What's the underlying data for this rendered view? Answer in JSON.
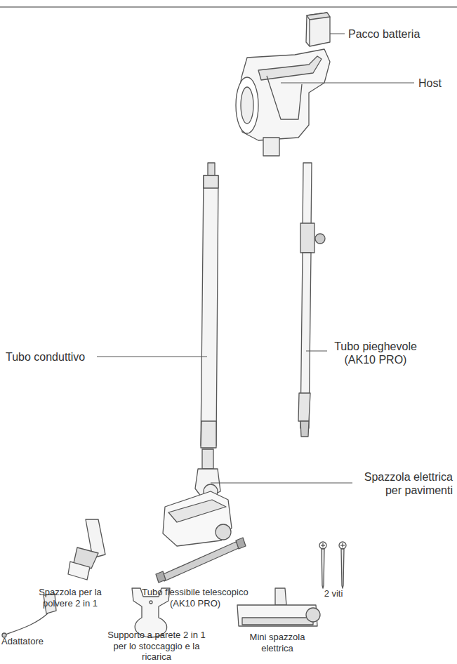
{
  "diagram": {
    "labels": [
      "Pacco batteria",
      "Host",
      "Tubo conduttivo",
      "Tubo pieghevole (AK10 PRO)",
      "Spazzola elettrica per pavimenti",
      "Spazzola per la polvere 2 in 1",
      "Tubo flessibile telescopico (AK10 PRO)",
      "2 viti",
      "Adattatore",
      "Supporto a parete 2 in 1 per lo stoccaggio e la ricarica",
      "Mini spazzola elettrica"
    ]
  }
}
